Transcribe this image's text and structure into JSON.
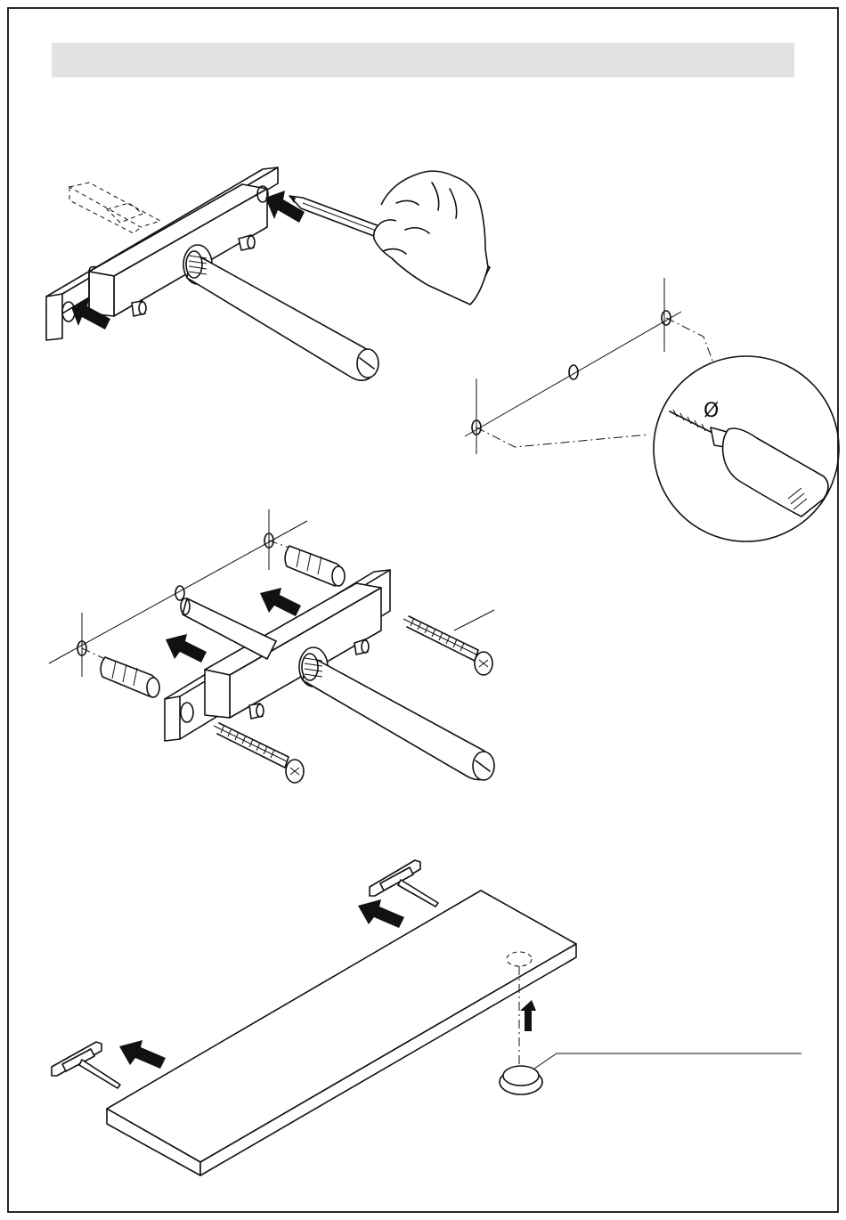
{
  "document": {
    "header_title": "",
    "steps": [
      {
        "id": "mark",
        "description_icon": "pencil-marking-icon"
      },
      {
        "id": "drill",
        "description_icon": "drill-icon"
      },
      {
        "id": "fix",
        "description_icon": "screw-icon"
      },
      {
        "id": "mount-shelf",
        "description_icon": "shelf-icon"
      }
    ],
    "symbols": {
      "diameter": "Ø"
    }
  }
}
